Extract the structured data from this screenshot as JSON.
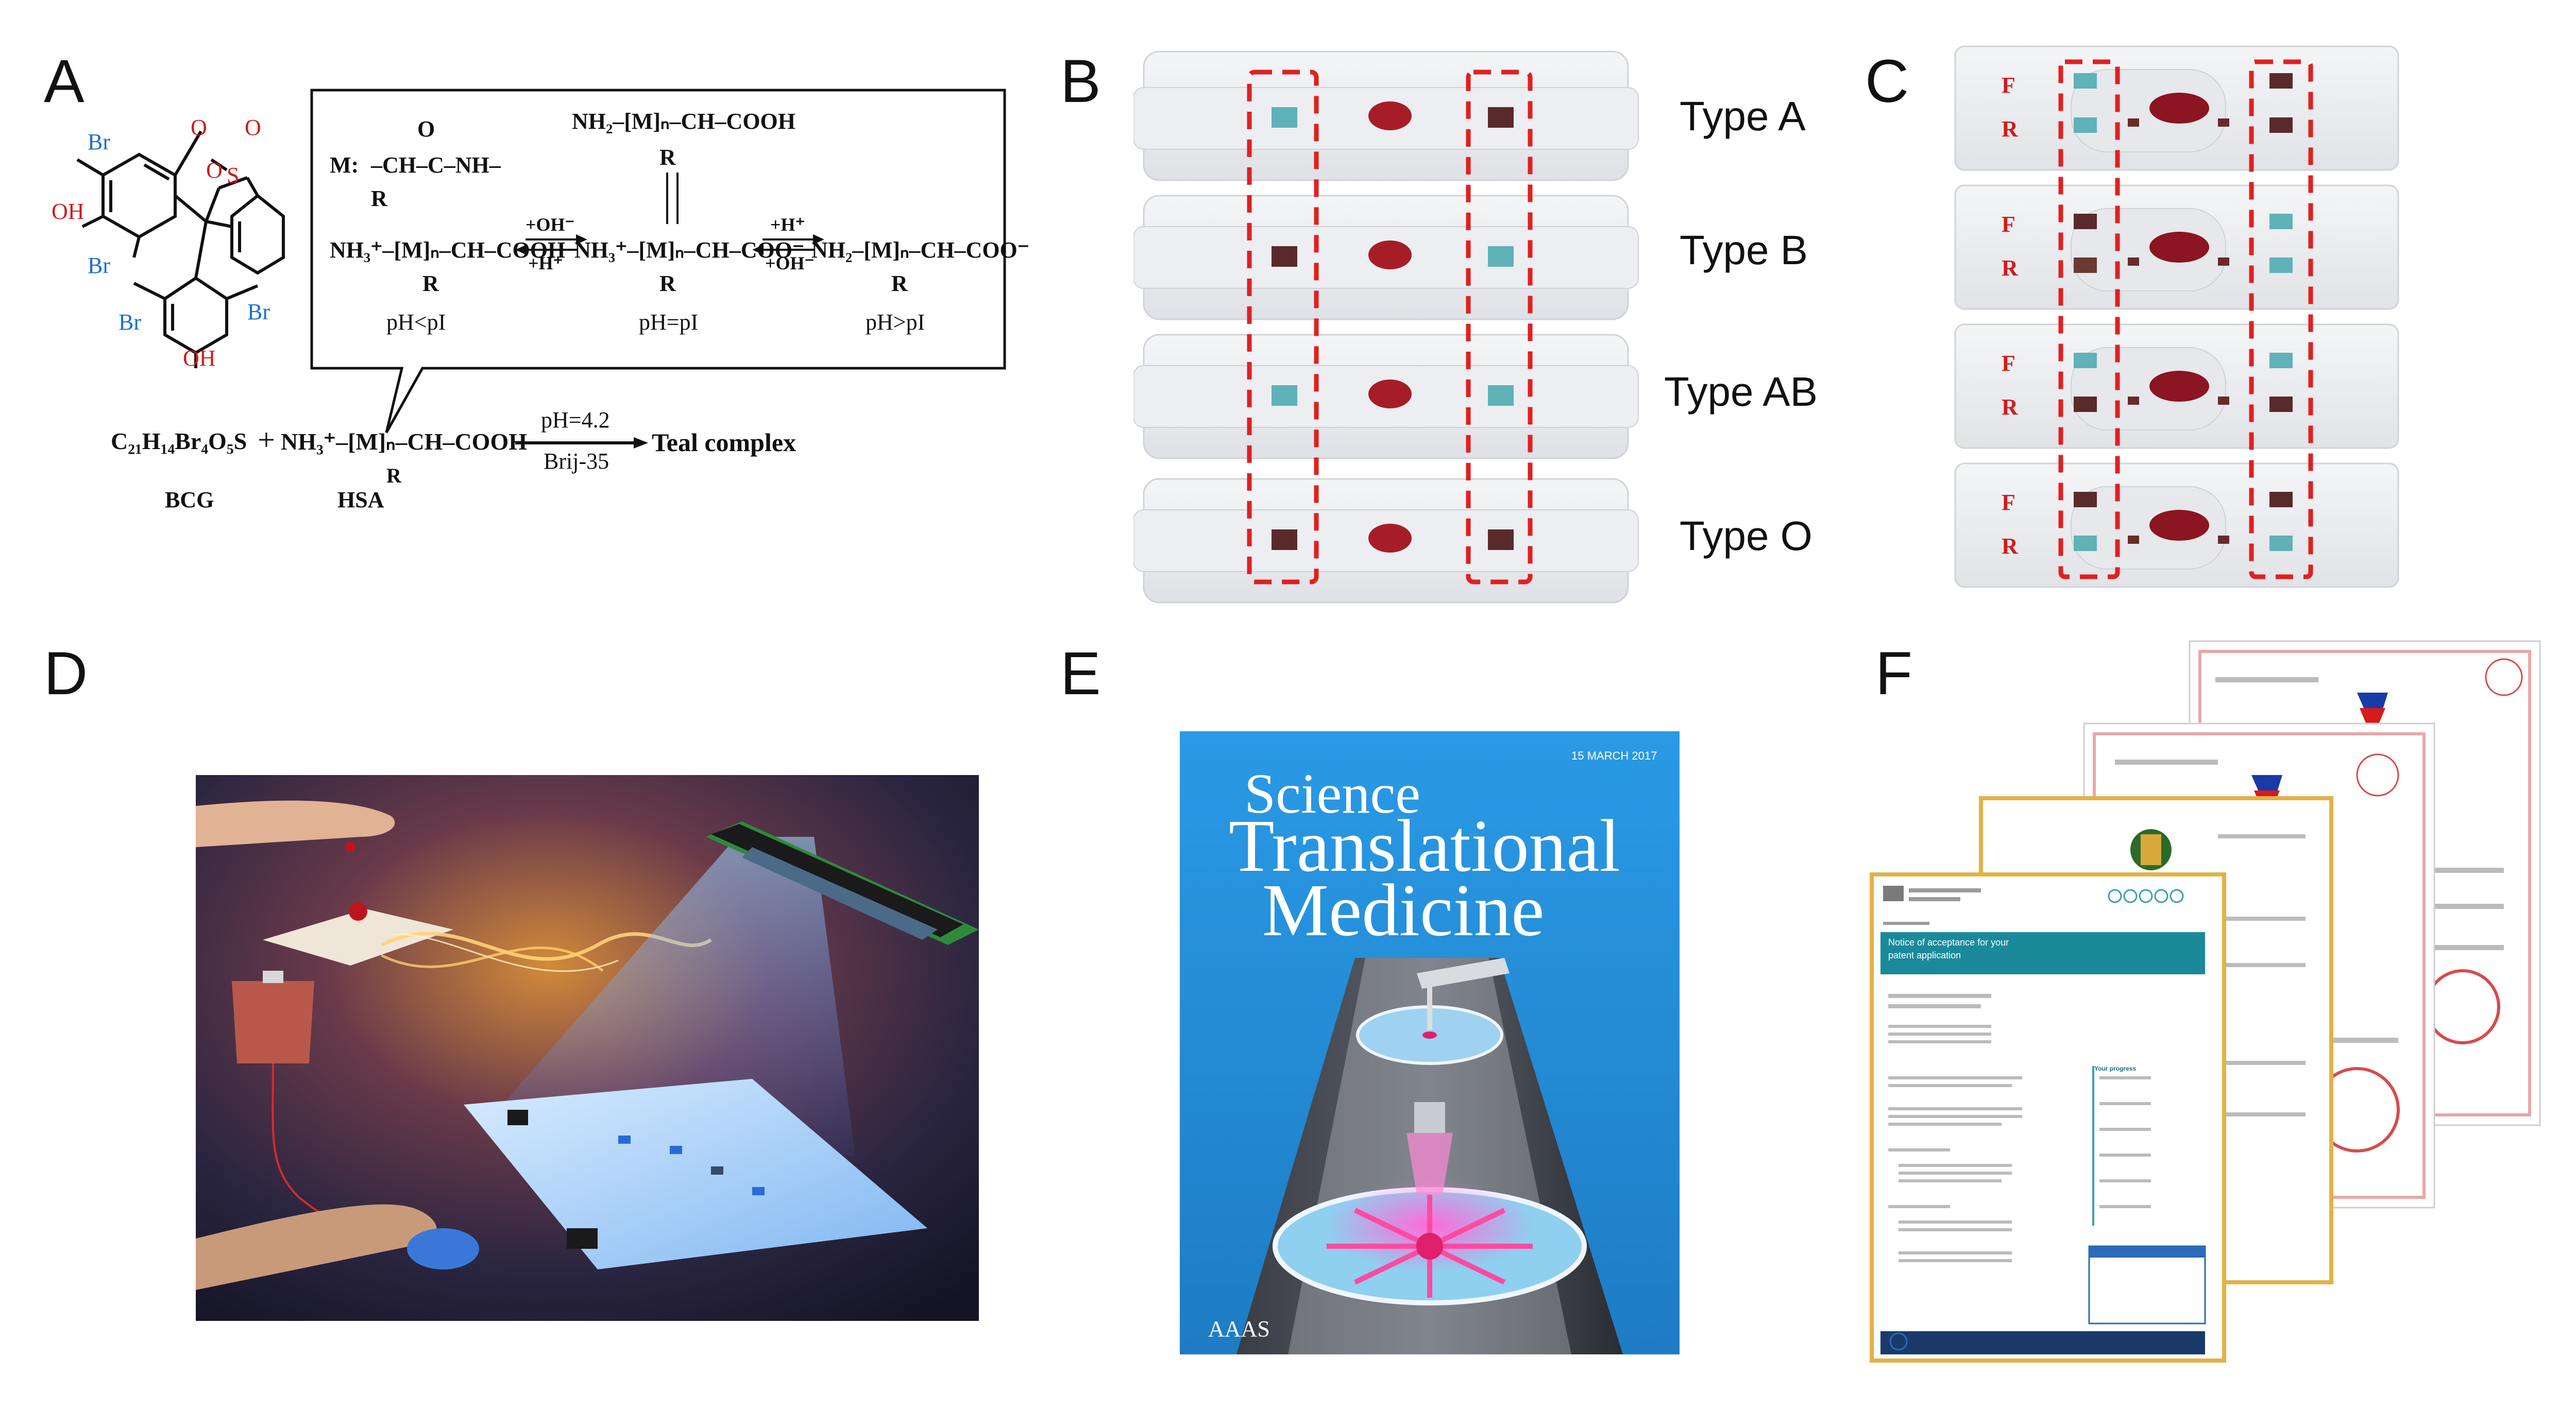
{
  "labels": {
    "A": "A",
    "B": "B",
    "C": "C",
    "D": "D",
    "E": "E",
    "F": "F"
  },
  "panelA": {
    "monomer": "M:",
    "amide_o": "O",
    "r": "R",
    "top_chain": "NH₂–[M]ₙ–CH–COOH",
    "left_chain": "NH₃⁺–[M]ₙ–CH–COOH",
    "mid_chain": "NH₃⁺–[M]ₙ–CH–COO⁻",
    "right_chain": "NH₂–[M]ₙ–CH–COO⁻",
    "oh_minus": "+OH⁻",
    "h_plus": "+H⁺",
    "ph_lt": "pH<pI",
    "ph_eq": "pH=pI",
    "ph_gt": "pH>pI",
    "bcg_formula": "C₂₁H₁₄Br₄O₅S",
    "plus": "+",
    "hsa_chain": "NH₃⁺–[M]ₙ–CH–COOH",
    "condition_top": "pH=4.2",
    "condition_bottom": "Brij-35",
    "product": "Teal complex",
    "bcg": "BCG",
    "hsa": "HSA",
    "br": "Br",
    "oh": "OH",
    "so2_o": "O",
    "so2_s": "S"
  },
  "panelB": {
    "types": [
      "Type A",
      "Type B",
      "Type AB",
      "Type O"
    ]
  },
  "panelC": {
    "f": "F",
    "r": "R"
  },
  "panelE": {
    "journal_line1": "Science",
    "journal_line2": "Translational",
    "journal_line3": "Medicine",
    "date": "15 MARCH 2017",
    "publisher": "AAAS"
  },
  "panelF": {
    "doc_title_line1": "Notice of acceptance for your",
    "doc_title_line2": "patent application",
    "progress": "Your progress"
  },
  "colors": {
    "accent_red": "#e02020",
    "teal": "#5fb2b8",
    "dark_red": "#5a2a2a",
    "journal_blue": "#1f8fd8"
  }
}
